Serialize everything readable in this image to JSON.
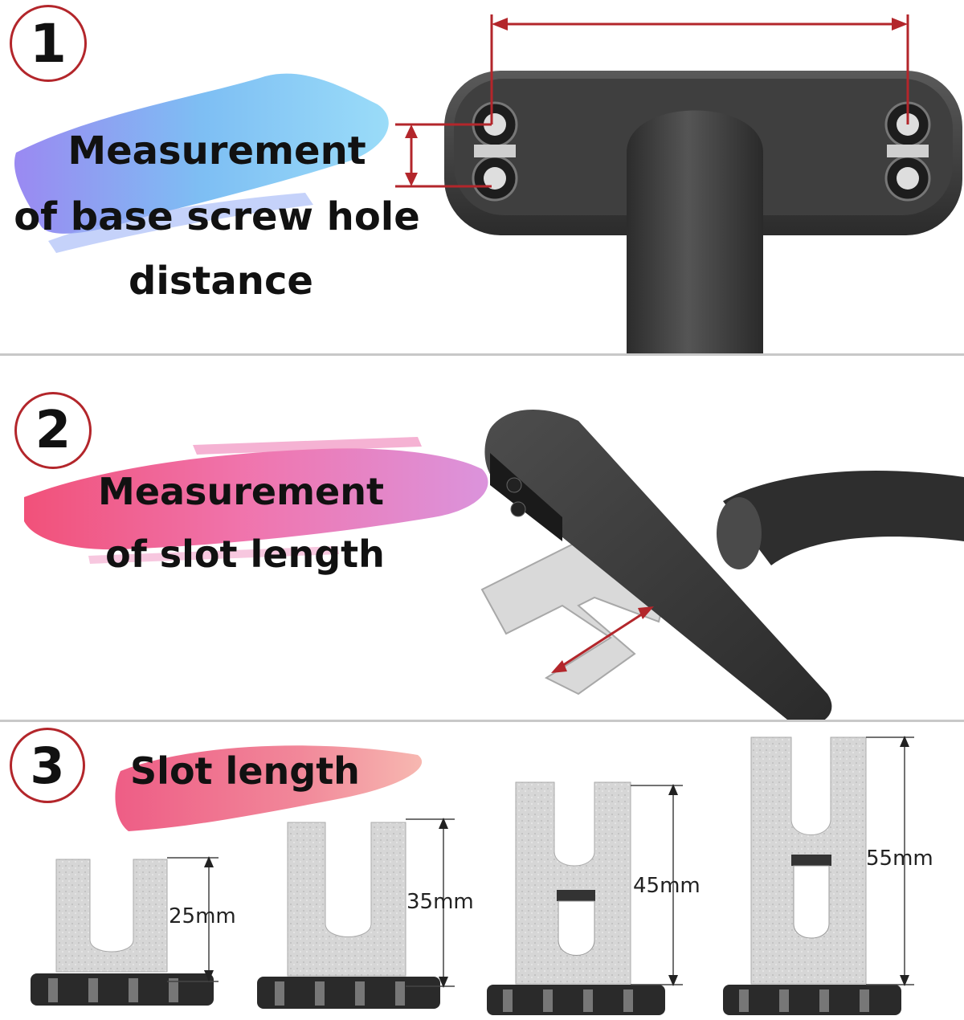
{
  "section1": {
    "number": "1",
    "title_lines": [
      "Measurement",
      "of base screw hole",
      "distance"
    ]
  },
  "section2": {
    "number": "2",
    "title_lines": [
      "Measurement",
      "of slot length"
    ]
  },
  "section3": {
    "number": "3",
    "title": "Slot length",
    "sizes": [
      "25mm",
      "35mm",
      "45mm",
      "55mm"
    ]
  },
  "colors": {
    "measure_red": "#b3262b",
    "handle_dark": "#3a3a3a",
    "brush_blue": "#6fb7f2",
    "brush_pink": "#ec5d9a"
  }
}
